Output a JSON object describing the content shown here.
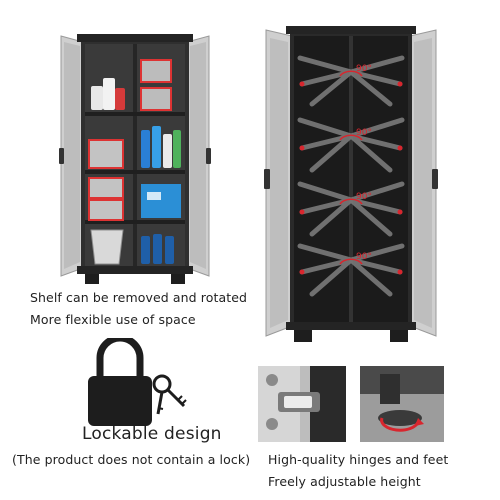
{
  "captions": {
    "shelf_line1": "Shelf can be removed and rotated",
    "shelf_line2": "More flexible use of space",
    "lock_title": "Lockable design",
    "lock_note": "(The product does not contain a lock)",
    "hinges_line1": "High-quality hinges and feet",
    "hinges_line2": "Freely adjustable height"
  },
  "rotation_marks": [
    "90°",
    "90°",
    "90°",
    "90°"
  ],
  "colors": {
    "cabinet_dark": "#2b2b2b",
    "door_light": "#c9c9c9",
    "accent_red": "#d8262e",
    "shelf_gray": "#3c3c3c"
  }
}
